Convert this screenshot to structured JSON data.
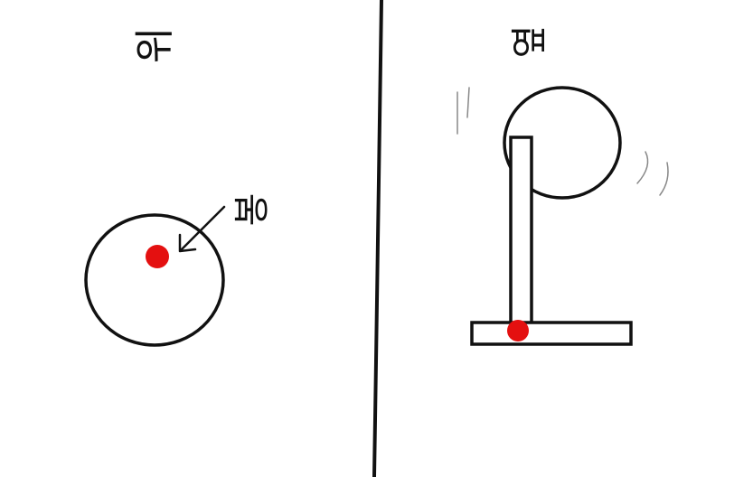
{
  "colors": {
    "ink": "#111111",
    "marker": "#e41010",
    "background": "#ffffff"
  },
  "top_view": {
    "label": "위",
    "pointer_label": "봉"
  },
  "side_view": {
    "label": "옆"
  }
}
